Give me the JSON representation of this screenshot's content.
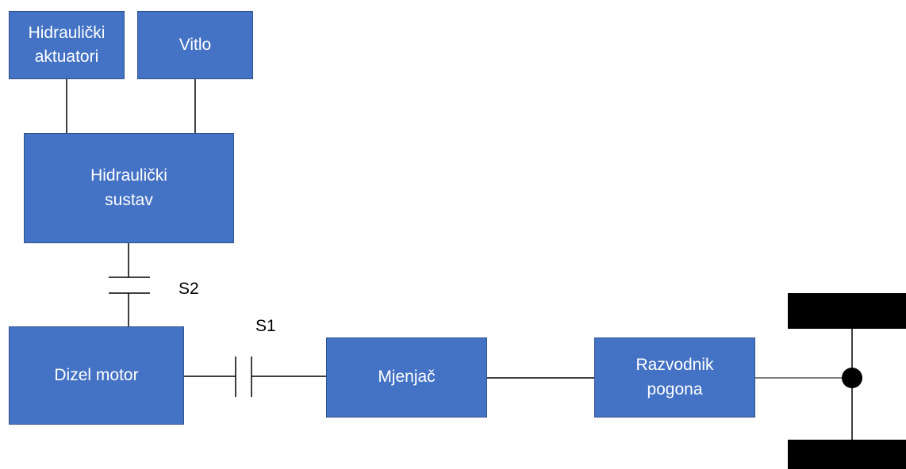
{
  "colors": {
    "box_fill": "#4472C4",
    "box_border": "#2F528F",
    "box_text": "#FFFFFF",
    "line": "#000000",
    "wheel": "#000000"
  },
  "blocks": {
    "hydraulic_actuators": {
      "line1": "Hidraulički",
      "line2": "aktuatori"
    },
    "winch": {
      "label": "Vitlo"
    },
    "hydraulic_system": {
      "line1": "Hidraulički",
      "line2": "sustav"
    },
    "diesel_engine": {
      "label": "Dizel motor"
    },
    "gearbox": {
      "label": "Mjenjač"
    },
    "transfer_case": {
      "line1": "Razvodnik",
      "line2": "pogona"
    }
  },
  "clutches": {
    "s1": {
      "label": "S1"
    },
    "s2": {
      "label": "S2"
    }
  },
  "axle": {
    "icon": "wheel-axle-icon"
  }
}
